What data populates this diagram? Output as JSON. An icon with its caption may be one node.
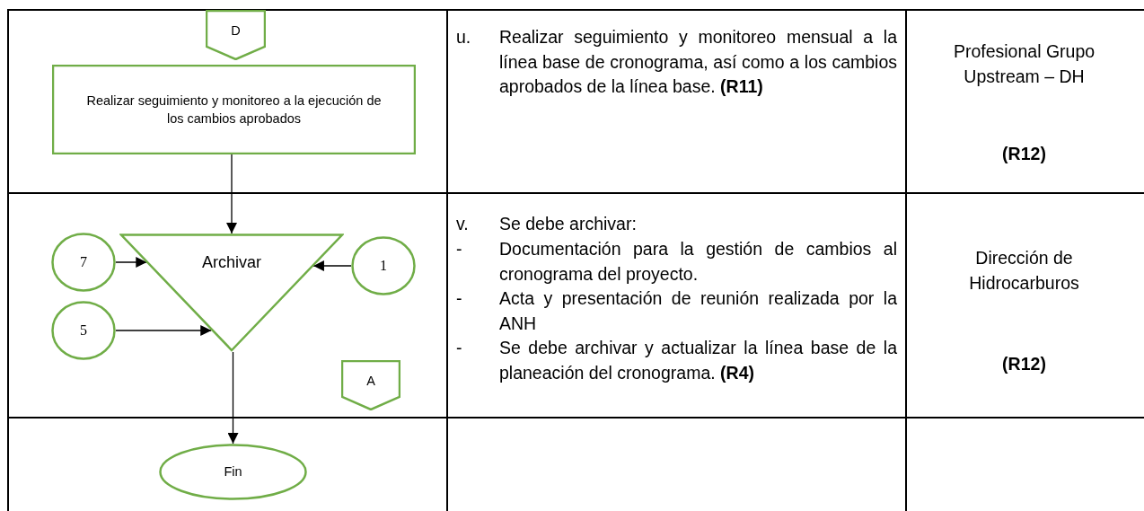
{
  "diagram": {
    "nodes": [
      {
        "text": [
          "D"
        ]
      },
      {
        "text": [
          "Realizar seguimiento y monitoreo a la ejecución de los cambios aprobados"
        ]
      },
      {
        "text": [
          "7"
        ]
      },
      {
        "text": [
          "Archivar"
        ]
      },
      {
        "text": [
          "1"
        ]
      },
      {
        "text": [
          "5"
        ]
      },
      {
        "text": [
          "A"
        ]
      },
      {
        "text": [
          "Fin"
        ]
      }
    ],
    "edges": [
      {
        "from": 1,
        "to": 3,
        "arrow": "to"
      },
      {
        "from": 2,
        "to": 3,
        "arrow": "to"
      },
      {
        "from": 4,
        "to": 3,
        "arrow": "to"
      },
      {
        "from": 5,
        "to": 3,
        "arrow": "to"
      },
      {
        "from": 3,
        "to": 7,
        "arrow": "to"
      }
    ],
    "labels": [
      "u.",
      "Realizar seguimiento y monitoreo mensual a la línea base de cronograma, así como a los cambios aprobados de la línea base. **(R11)**",
      "Profesional Grupo Upstream – DH",
      "(R12)",
      "v.",
      "Se debe archivar:",
      "-",
      "Documentación para la gestión de cambios al cronograma del proyecto.",
      "-",
      "Acta y presentación de reunión realizada por la ANH",
      "-",
      "Se debe archivar y actualizar la línea base de la planeación del cronograma. **(R4)**",
      "Dirección de Hidrocarburos",
      "(R12)"
    ]
  }
}
